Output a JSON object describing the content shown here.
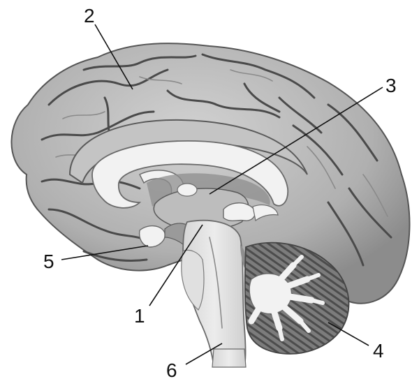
{
  "labels": [
    {
      "id": "1",
      "text": "1"
    },
    {
      "id": "2",
      "text": "2"
    },
    {
      "id": "3",
      "text": "3"
    },
    {
      "id": "4",
      "text": "4"
    },
    {
      "id": "5",
      "text": "5"
    },
    {
      "id": "6",
      "text": "6"
    }
  ],
  "colors": {
    "cortex": "#b3b3b3",
    "cortex_highlight": "#d0d0d0",
    "sulcus": "#4a4a4a",
    "white_matter": "#f2f2f2",
    "ventricle_shadow": "#8e8e8e",
    "cerebellum": "#7b7b7b",
    "label_text": "#111111"
  }
}
